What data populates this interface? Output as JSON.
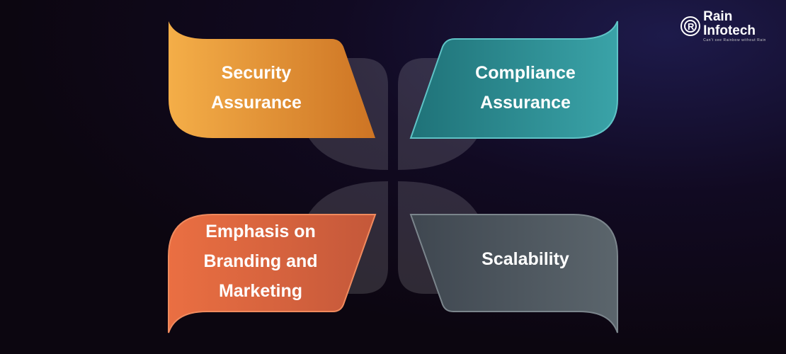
{
  "logo": {
    "name": "Rain Infotech",
    "tagline": "Can't see Rainbow without Rain"
  },
  "cards": [
    {
      "label_lines": [
        "Security",
        "Assurance"
      ],
      "color": "#e08a2c"
    },
    {
      "label_lines": [
        "Compliance",
        "Assurance"
      ],
      "color": "#2d8f94"
    },
    {
      "label_lines": [
        "Emphasis on",
        "Branding and",
        "Marketing"
      ],
      "color": "#e0683e"
    },
    {
      "label_lines": [
        "Scalability"
      ],
      "color": "#4f5a62"
    }
  ]
}
